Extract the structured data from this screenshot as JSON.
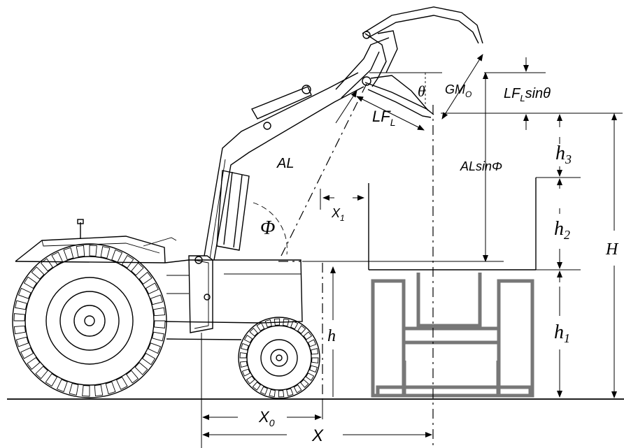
{
  "labels": {
    "AL": "AL",
    "Phi": "Φ",
    "X1": "X",
    "X1_sub": "1",
    "theta": "θ",
    "GMo": "GM",
    "GMo_sub": "O",
    "LFL": "LF",
    "LFL_sub": "L",
    "LFLsin_pre": "LF",
    "LFLsin_sub": "L",
    "LFLsin_post": "sinθ",
    "ALsinPhi": "ALsinΦ",
    "h3": "h",
    "h3_sub": "3",
    "h2": "h",
    "h2_sub": "2",
    "h1": "h",
    "h1_sub": "1",
    "h": "h",
    "H": "H",
    "X0": "X",
    "X0_sub": "0",
    "X": "X"
  }
}
